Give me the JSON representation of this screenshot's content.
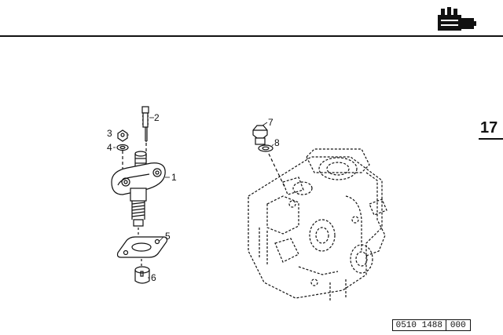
{
  "header": {
    "icon": "engine-pump-icon",
    "section_number": "17"
  },
  "callouts": {
    "c1": "1",
    "c2": "2",
    "c3": "3",
    "c4": "4",
    "c5": "5",
    "c6": "6",
    "c7": "7",
    "c8": "8"
  },
  "reference": {
    "code_main": "0510  1488",
    "code_suffix": "000"
  },
  "colors": {
    "line": "#111111",
    "background": "#ffffff"
  }
}
